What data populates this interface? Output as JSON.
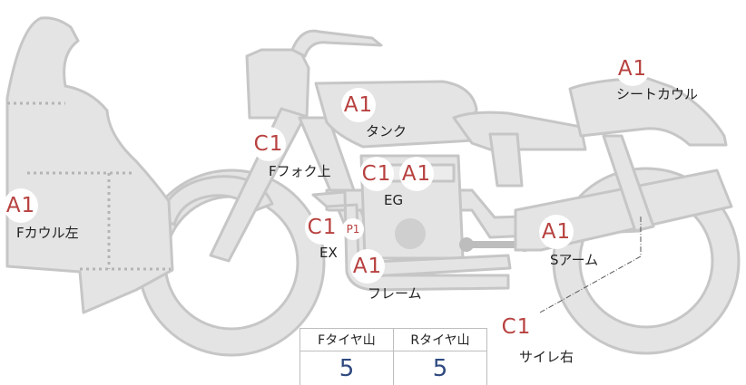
{
  "parts": {
    "f_cowl_left": {
      "label": "Fカウル左",
      "grade": "A1"
    },
    "f_fork_top": {
      "label": "Fフォク上",
      "grade": "C1"
    },
    "tank": {
      "label": "タンク",
      "grade": "A1"
    },
    "engine": {
      "label": "EG",
      "grades": [
        "C1",
        "A1"
      ]
    },
    "exhaust": {
      "label": "EX",
      "grade": "C1",
      "sub_grade": "P1"
    },
    "frame": {
      "label": "フレーム",
      "grade": "A1"
    },
    "seat_cowl": {
      "label": "シートカウル",
      "grade": "A1"
    },
    "swing_arm": {
      "label": "Sアーム",
      "grade": "A1"
    },
    "silencer_right": {
      "label": "サイレ右",
      "grade": "C1"
    }
  },
  "tire_table": {
    "front": {
      "header": "Fタイヤ山",
      "value": "5"
    },
    "rear": {
      "header": "Rタイヤ山",
      "value": "5"
    }
  },
  "colors": {
    "grade": "#b7413f",
    "value": "#2f4a80",
    "part_fill": "#e3e3e3",
    "part_stroke": "#c4c4c4"
  }
}
